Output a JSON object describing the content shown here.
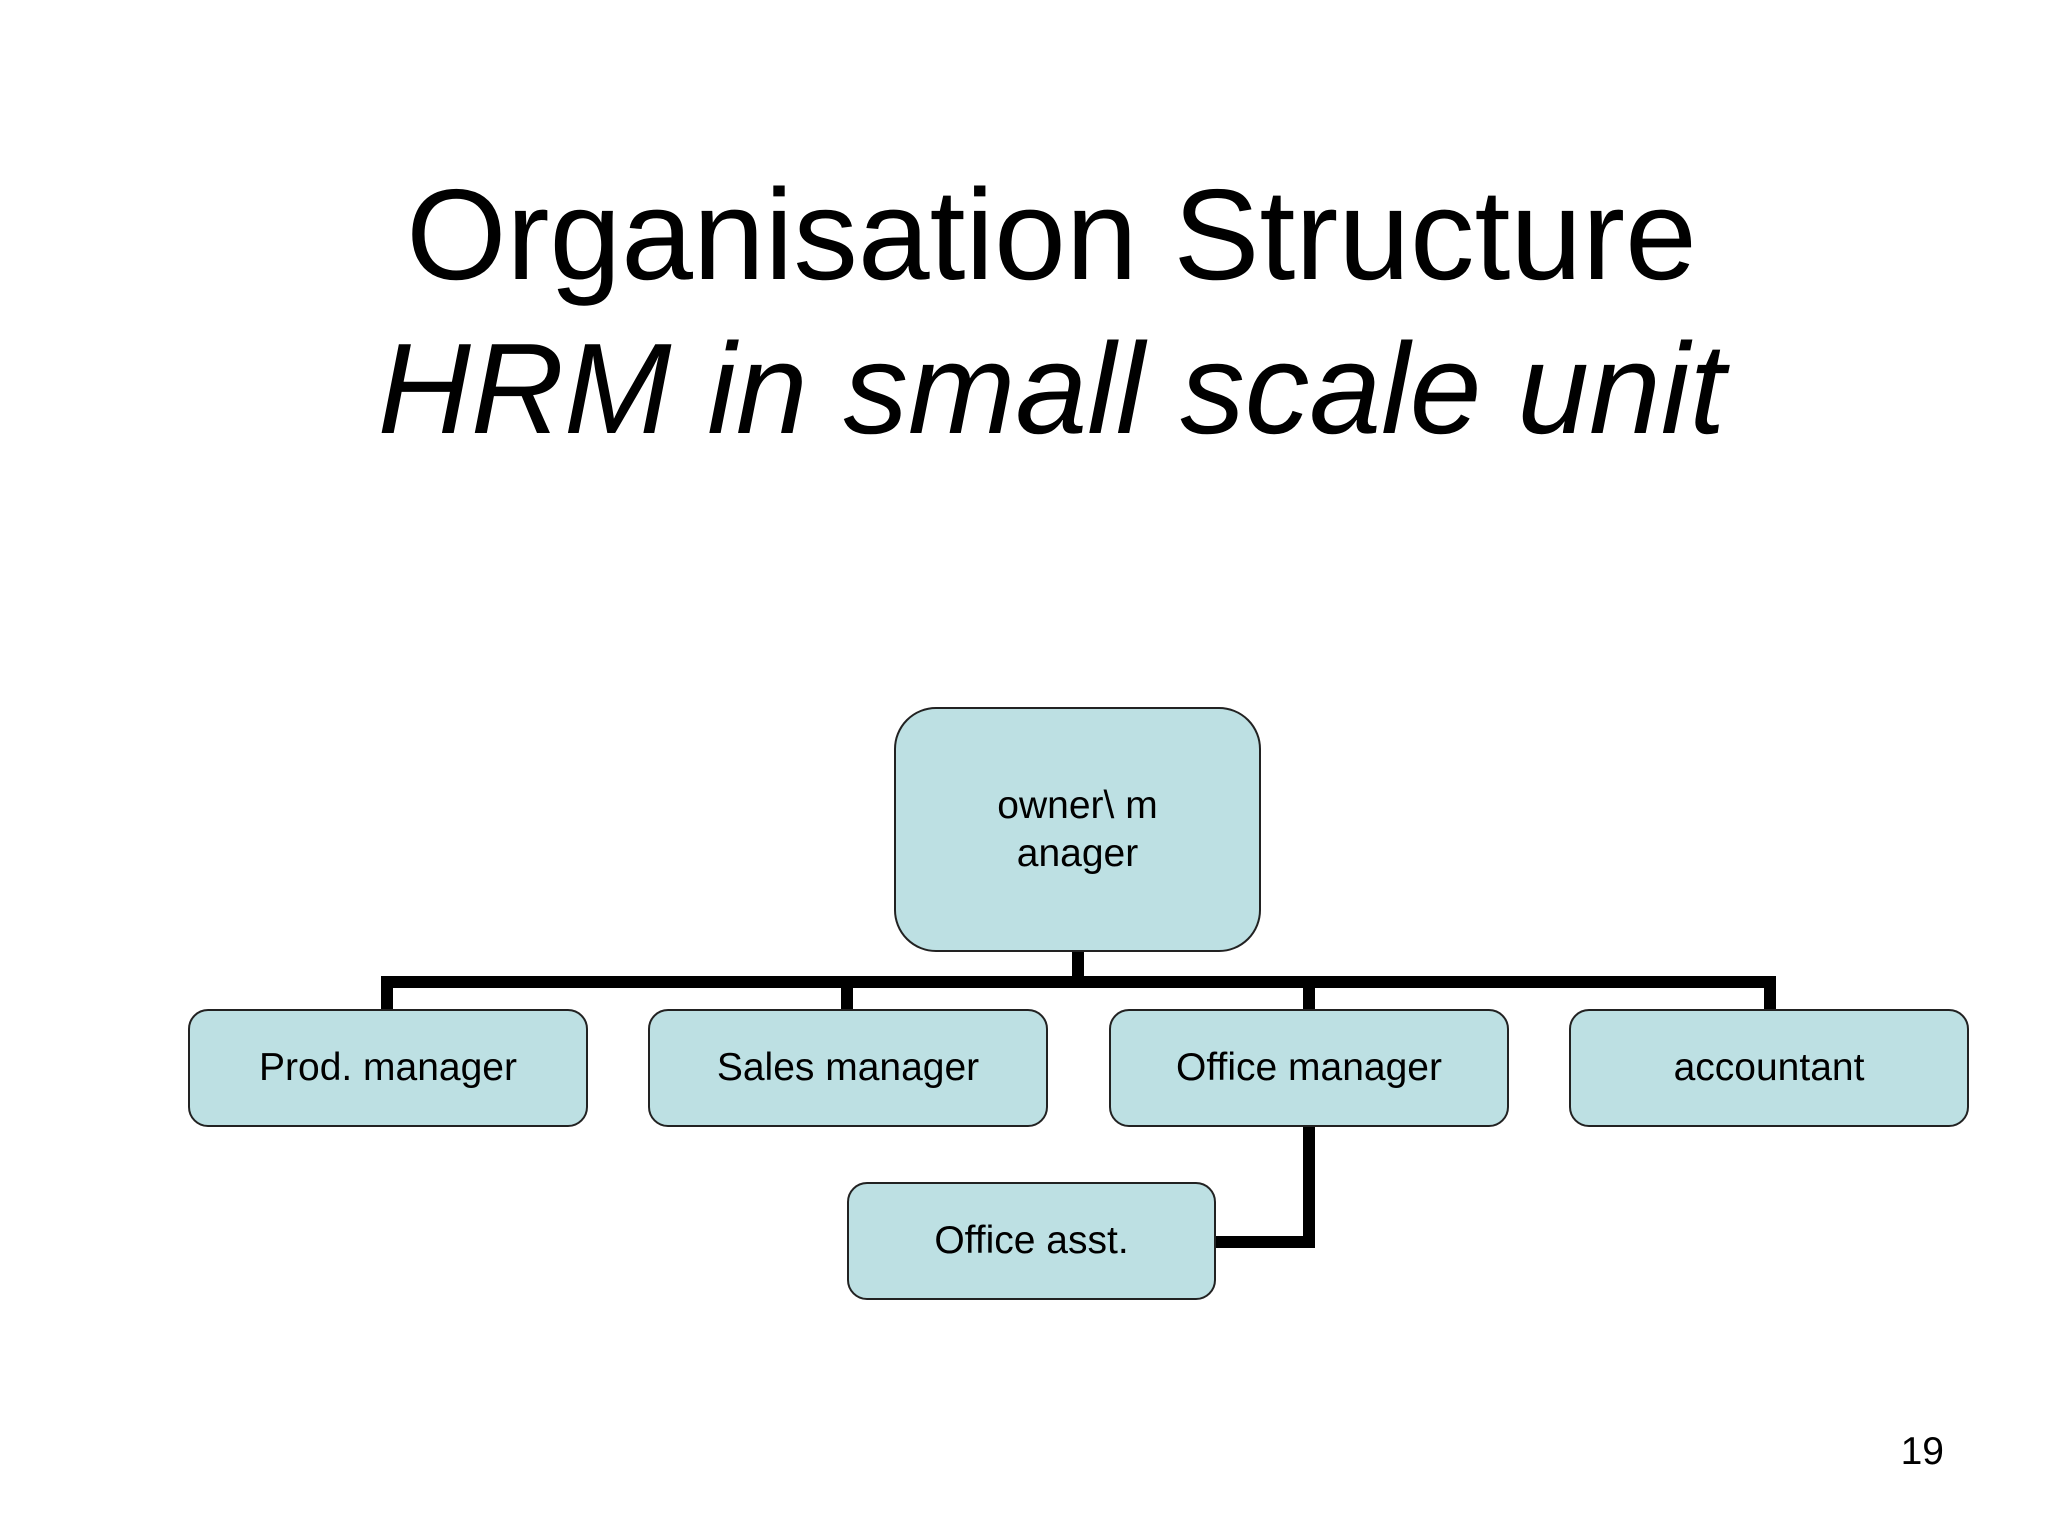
{
  "slide": {
    "title": "Organisation Structure",
    "subtitle": "HRM in small scale unit",
    "page_number": "19"
  },
  "org_chart": {
    "root": {
      "label": "owner\\ manager"
    },
    "children": [
      {
        "label": "Prod. manager"
      },
      {
        "label": "Sales manager"
      },
      {
        "label": "Office manager"
      },
      {
        "label": "accountant"
      }
    ],
    "assistant": {
      "label": "Office asst.",
      "reports_to": "Office manager"
    }
  },
  "colors": {
    "node_fill": "#bde0e3",
    "node_border": "#222222",
    "connector": "#000000",
    "background": "#ffffff"
  }
}
